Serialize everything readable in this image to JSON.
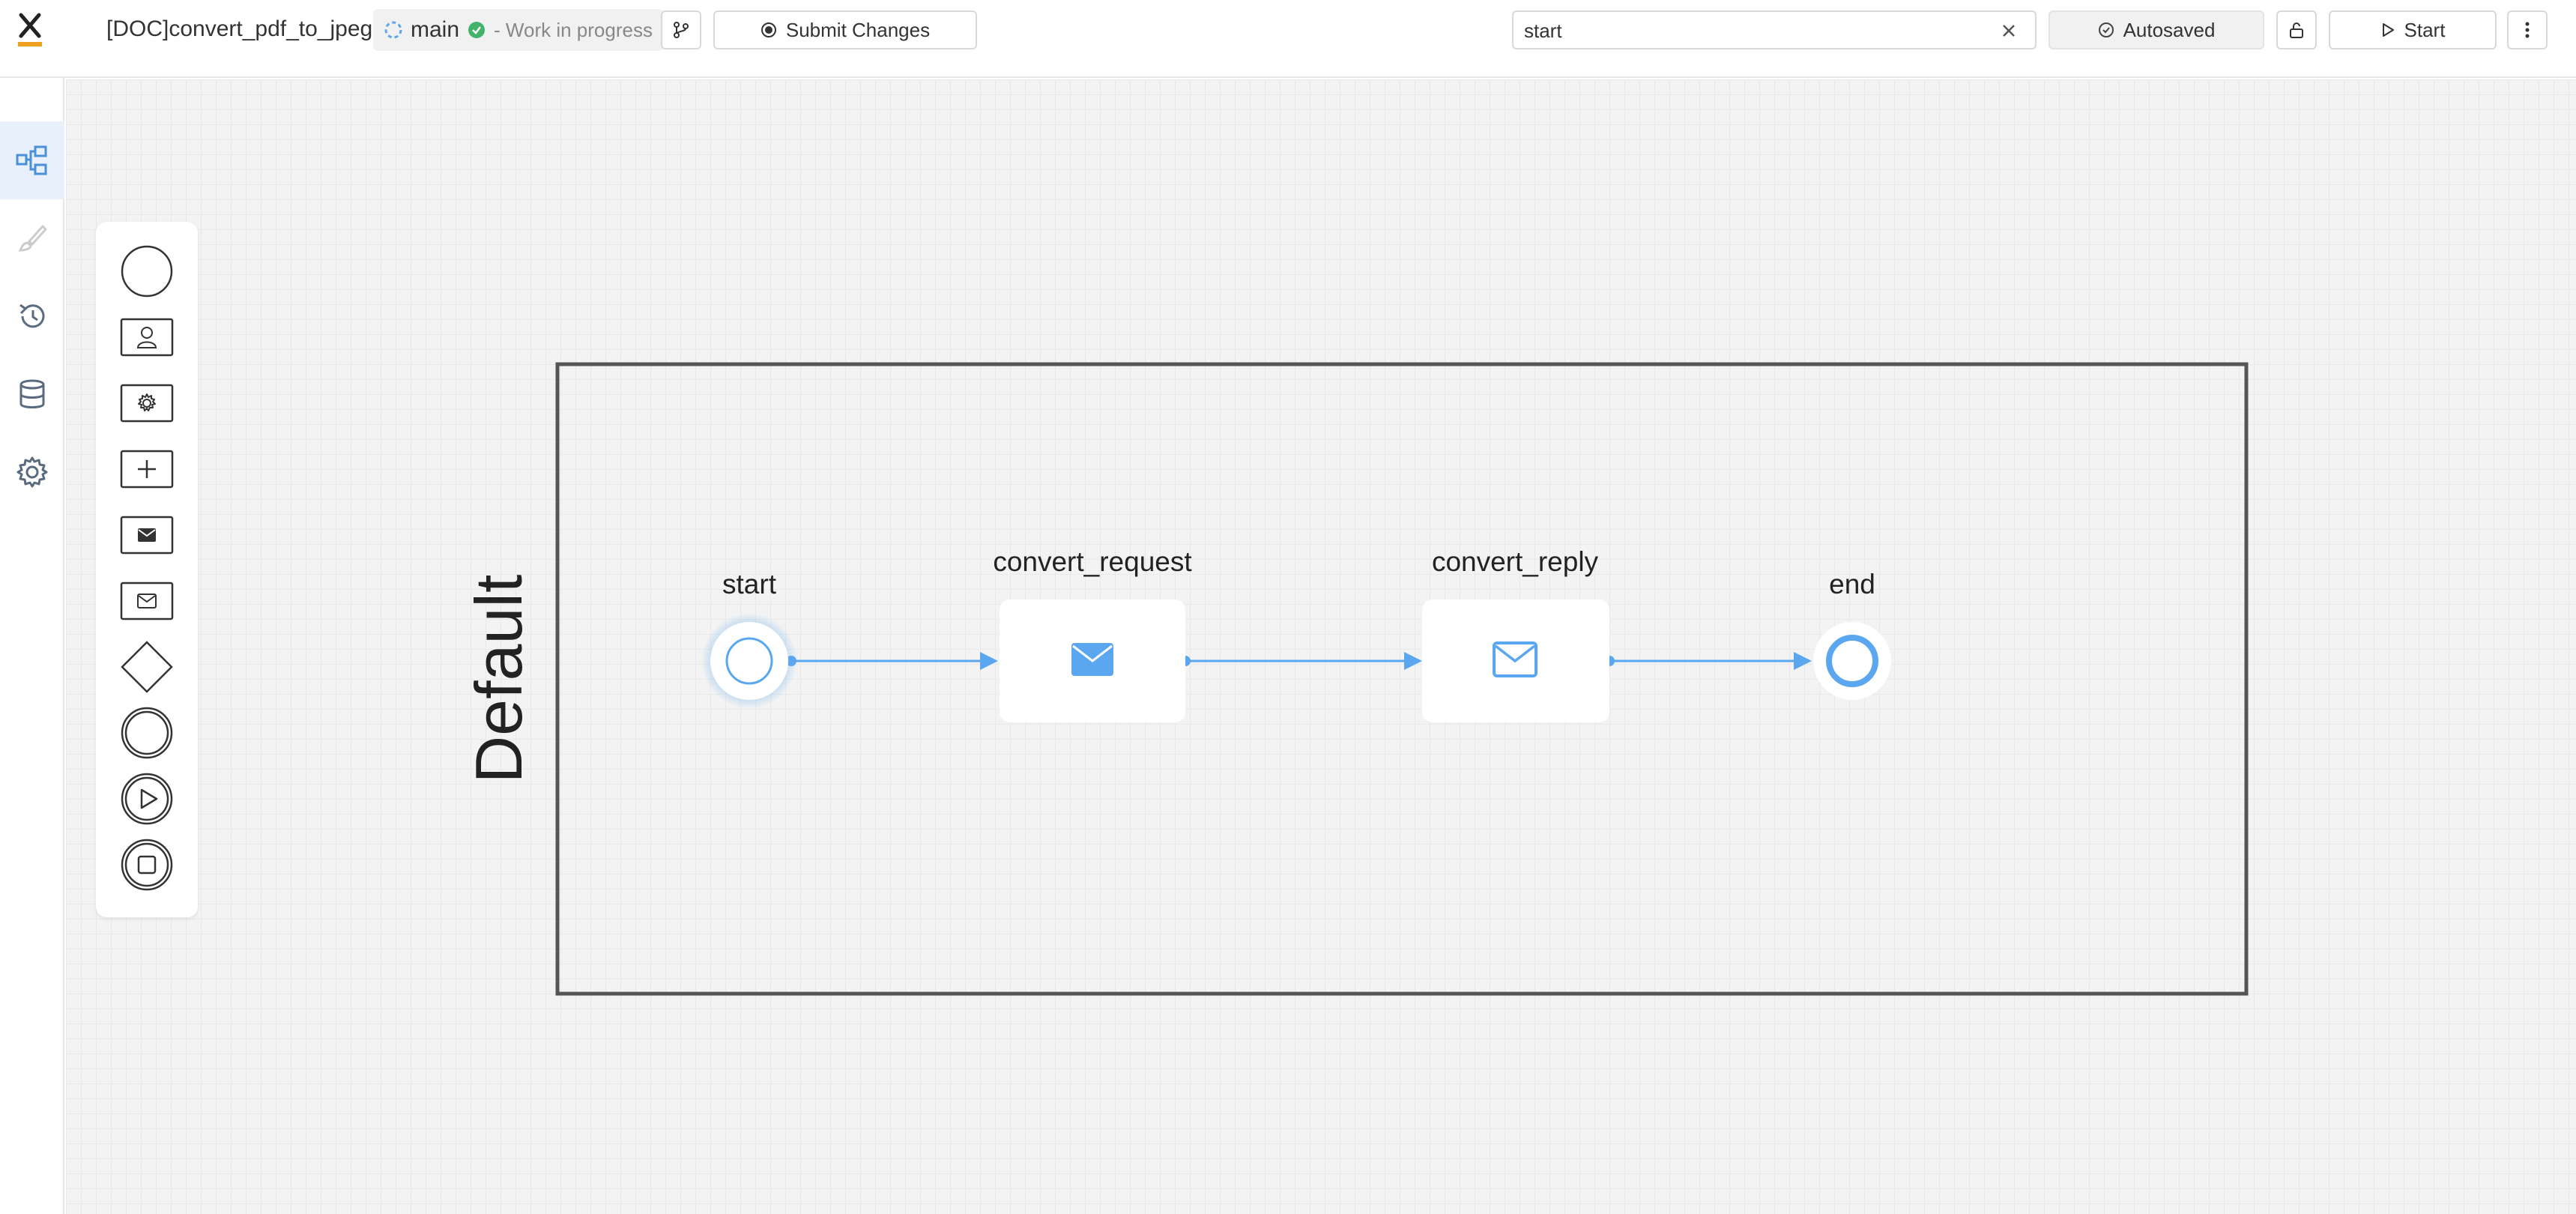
{
  "header": {
    "title": "[DOC]convert_pdf_to_jpeg",
    "branch": "main",
    "status": "- Work in progress",
    "submit_label": "Submit Changes",
    "search_value": "start",
    "autosaved_label": "Autosaved",
    "start_label": "Start"
  },
  "sidebar": {
    "items": [
      {
        "icon": "diagram-icon",
        "active": true
      },
      {
        "icon": "brush-icon",
        "active": false
      },
      {
        "icon": "history-icon",
        "active": false
      },
      {
        "icon": "database-icon",
        "active": false
      },
      {
        "icon": "gear-icon",
        "active": false
      }
    ]
  },
  "palette": {
    "items": [
      "start-event-icon",
      "user-task-icon",
      "service-task-icon",
      "subprocess-icon",
      "send-task-icon",
      "receive-task-icon",
      "gateway-icon",
      "intermediate-event-icon",
      "signal-event-icon",
      "end-event-icon"
    ]
  },
  "diagram": {
    "lane_label": "Default",
    "nodes": {
      "start": "start",
      "convert_request": "convert_request",
      "convert_reply": "convert_reply",
      "end": "end"
    }
  },
  "colors": {
    "accent": "#5aa7f0",
    "brand": "#f0a020",
    "success": "#43b36a"
  }
}
